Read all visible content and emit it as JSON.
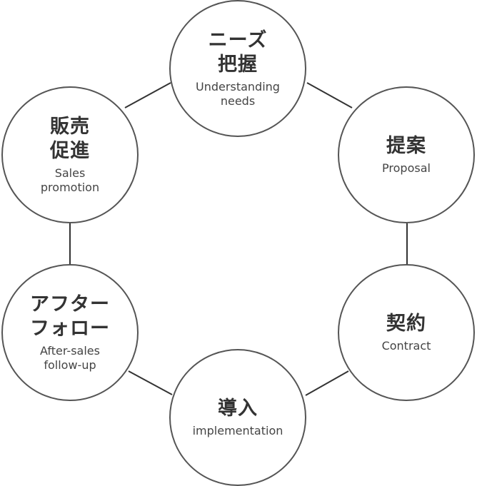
{
  "nodes": [
    {
      "title": "ニーズ\n把握",
      "subtitle": "Understanding\nneeds"
    },
    {
      "title": "提案",
      "subtitle": "Proposal"
    },
    {
      "title": "契約",
      "subtitle": "Contract"
    },
    {
      "title": "導入",
      "subtitle": "implementation"
    },
    {
      "title": "アフター\nフォロー",
      "subtitle": "After-sales\nfollow-up"
    },
    {
      "title": "販売\n促進",
      "subtitle": "Sales\npromotion"
    }
  ],
  "colors": {
    "stroke": "#555555",
    "line": "#333333",
    "title_text": "#333333",
    "subtitle_text": "#444444",
    "background": "#ffffff"
  }
}
